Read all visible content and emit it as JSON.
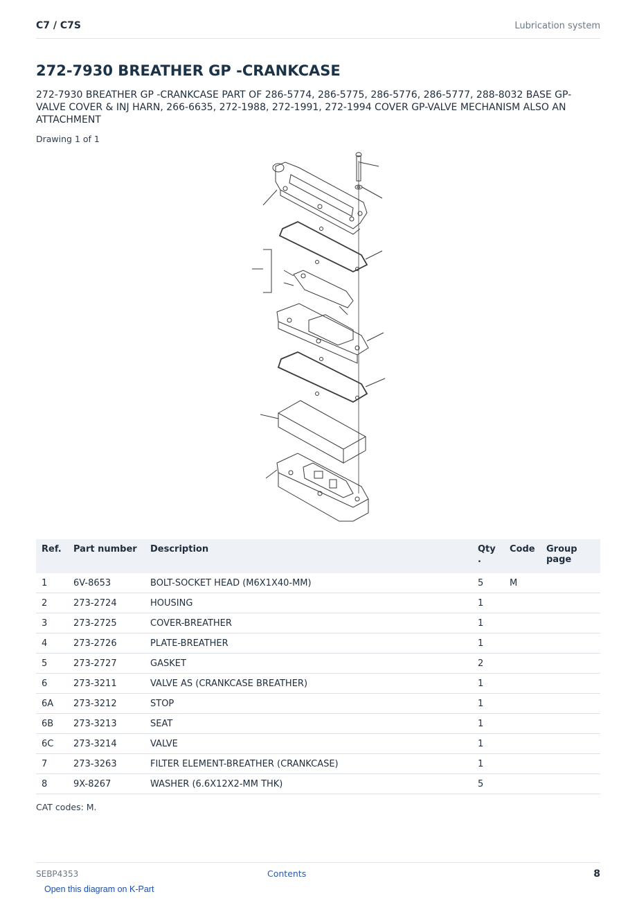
{
  "header": {
    "model": "C7  /  C7S",
    "section": "Lubrication system"
  },
  "title": "272-7930 BREATHER GP -CRANKCASE",
  "description": "272-7930 BREATHER GP -CRANKCASE PART OF 286-5774, 286-5775, 286-5776, 286-5777, 288-8032 BASE GP-VALVE COVER & INJ HARN, 266-6635, 272-1988, 272-1991, 272-1994 COVER GP-VALVE MECHANISM ALSO AN ATTACHMENT",
  "drawing_label": "Drawing 1 of 1",
  "table": {
    "headers": {
      "ref": "Ref.",
      "part_number": "Part number",
      "description": "Description",
      "qty": "Qty",
      "qty_suffix": ".",
      "code": "Code",
      "group_page": "Group page"
    },
    "rows": [
      {
        "ref": "1",
        "part": "6V-8653",
        "desc": "BOLT-SOCKET HEAD (M6X1X40-MM)",
        "qty": "5",
        "code": "M",
        "group": ""
      },
      {
        "ref": "2",
        "part": "273-2724",
        "desc": "HOUSING",
        "qty": "1",
        "code": "",
        "group": ""
      },
      {
        "ref": "3",
        "part": "273-2725",
        "desc": "COVER-BREATHER",
        "qty": "1",
        "code": "",
        "group": ""
      },
      {
        "ref": "4",
        "part": "273-2726",
        "desc": "PLATE-BREATHER",
        "qty": "1",
        "code": "",
        "group": ""
      },
      {
        "ref": "5",
        "part": "273-2727",
        "desc": "GASKET",
        "qty": "2",
        "code": "",
        "group": ""
      },
      {
        "ref": "6",
        "part": "273-3211",
        "desc": "VALVE AS (CRANKCASE BREATHER)",
        "qty": "1",
        "code": "",
        "group": ""
      },
      {
        "ref": "6A",
        "part": "273-3212",
        "desc": "STOP",
        "qty": "1",
        "code": "",
        "group": ""
      },
      {
        "ref": "6B",
        "part": "273-3213",
        "desc": "SEAT",
        "qty": "1",
        "code": "",
        "group": ""
      },
      {
        "ref": "6C",
        "part": "273-3214",
        "desc": "VALVE",
        "qty": "1",
        "code": "",
        "group": ""
      },
      {
        "ref": "7",
        "part": "273-3263",
        "desc": "FILTER ELEMENT-BREATHER (CRANKCASE)",
        "qty": "1",
        "code": "",
        "group": ""
      },
      {
        "ref": "8",
        "part": "9X-8267",
        "desc": "WASHER (6.6X12X2-MM THK)",
        "qty": "5",
        "code": "",
        "group": ""
      }
    ]
  },
  "cat_codes": "CAT codes: M.",
  "footer": {
    "doc_id": "SEBP4353",
    "contents_link": "Contents",
    "page_number": "8"
  },
  "kpart_link": "Open this diagram on K-Part"
}
